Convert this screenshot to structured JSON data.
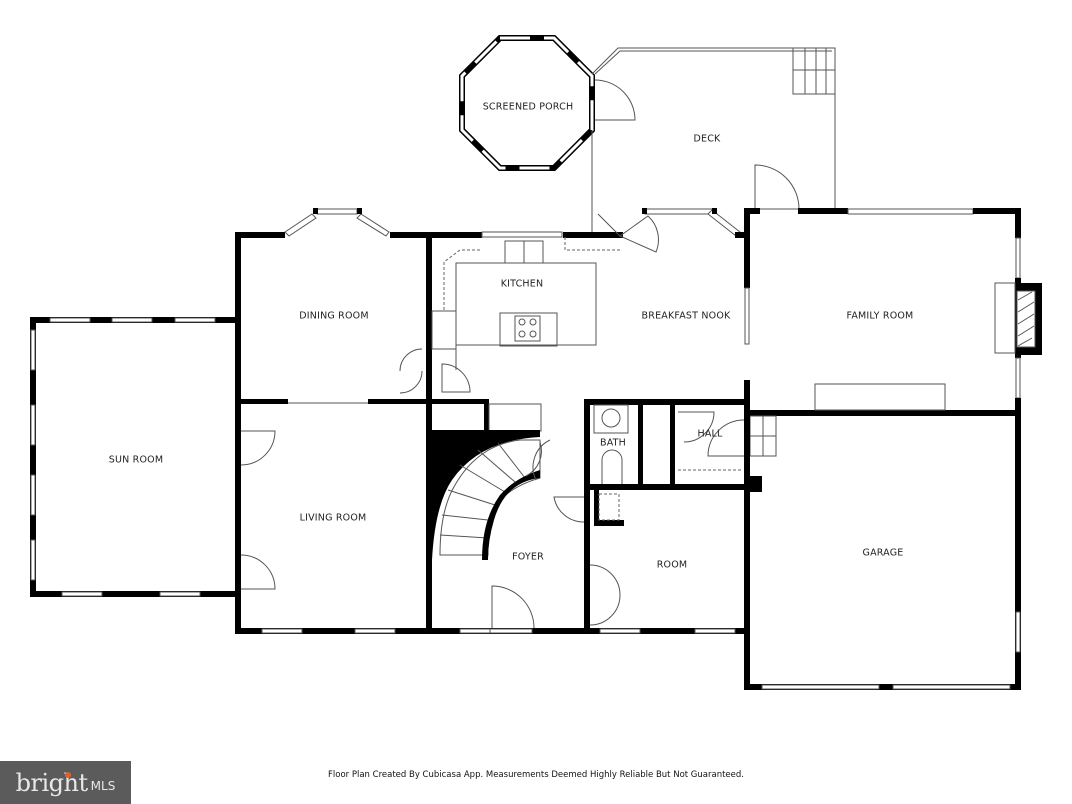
{
  "rooms": {
    "screened_porch": "SCREENED PORCH",
    "deck": "DECK",
    "kitchen": "KITCHEN",
    "breakfast_nook": "BREAKFAST NOOK",
    "family_room": "FAMILY ROOM",
    "dining_room": "DINING ROOM",
    "sun_room": "SUN ROOM",
    "living_room": "LIVING ROOM",
    "bath": "BATH",
    "hall": "HALL",
    "foyer": "FOYER",
    "room": "ROOM",
    "garage": "GARAGE"
  },
  "footer": {
    "note": "Floor Plan Created By Cubicasa App. Measurements Deemed Highly Reliable But Not Guaranteed."
  },
  "logo": {
    "word": "bright",
    "suffix": "MLS",
    "accent_color": "#d9642b",
    "background_color": "#5b5b5b"
  }
}
